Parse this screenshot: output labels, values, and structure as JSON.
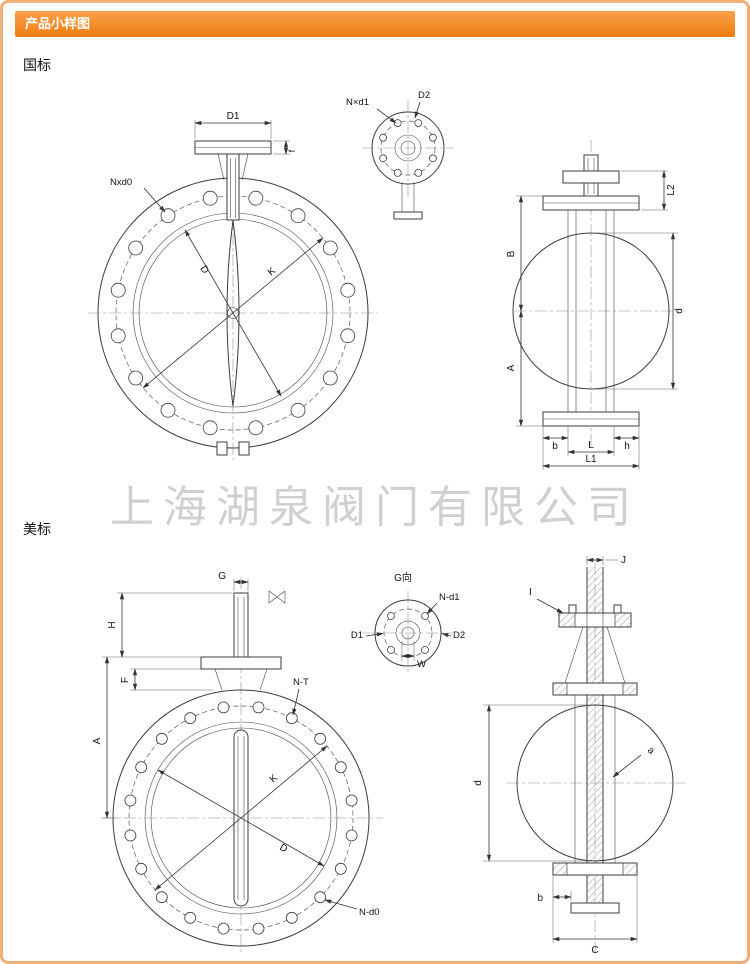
{
  "header": {
    "title": "产品小样图"
  },
  "watermark": "上海湖泉阀门有限公司",
  "gb": {
    "section_title": "国标",
    "front": {
      "d1": "D1",
      "nxd0": "Nxd0",
      "d": "D",
      "k": "K",
      "f": "f"
    },
    "top": {
      "d2": "D2",
      "nxd1": "N×d1"
    },
    "side": {
      "l2": "L2",
      "B": "B",
      "A": "A",
      "d": "d",
      "b": "b",
      "h": "h",
      "L": "L",
      "L1": "L1"
    }
  },
  "us": {
    "section_title": "美标",
    "front": {
      "g": "G",
      "h": "H",
      "f": "F",
      "a": "A",
      "nt": "N-T",
      "k": "K",
      "d": "D",
      "nd0": "N-d0"
    },
    "top": {
      "g_view": "G向",
      "nd1": "N-d1",
      "d1": "D1",
      "d2": "D2",
      "w": "W"
    },
    "side": {
      "j": "J",
      "i": "I",
      "d": "d",
      "a": "a",
      "b": "b",
      "c": "C"
    }
  }
}
